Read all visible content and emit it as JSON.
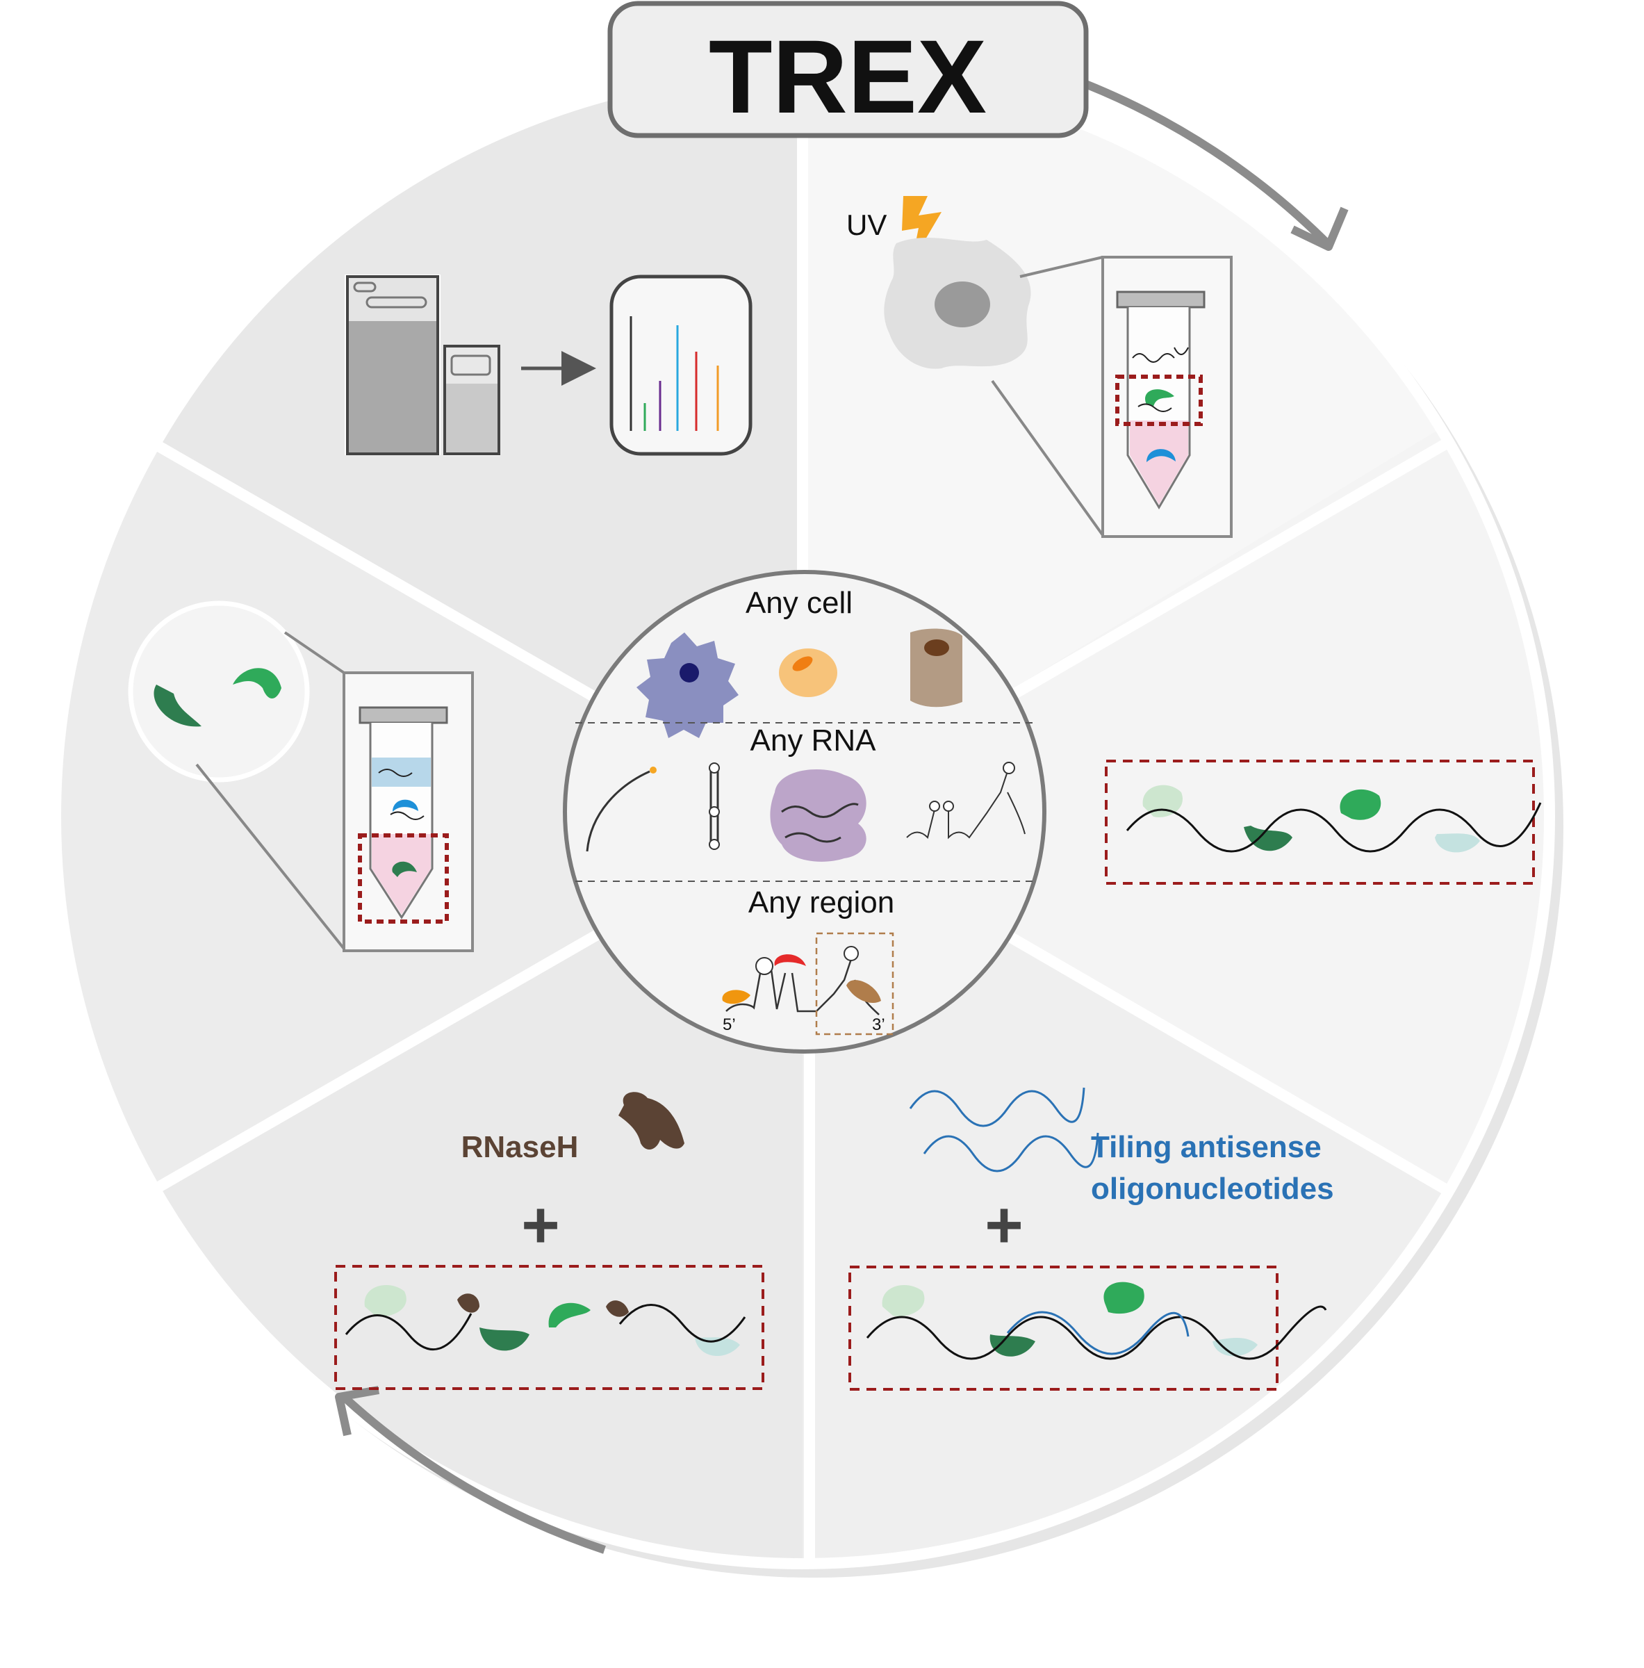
{
  "title": "TREX",
  "colors": {
    "accent_blue": "#2a72b5",
    "rnaseh_brown": "#5b4334",
    "dashed_red": "#9b1c1c",
    "protein_dark_green": "#2e7d4f",
    "protein_green": "#2faa5a",
    "protein_light_green": "#cde6cf",
    "protein_light_teal": "#c4e2e0",
    "protein_blue": "#1e90d8",
    "uv_bolt": "#f5a623"
  },
  "steps": {
    "uv": {
      "label": "UV",
      "icon": "lightning-icon"
    },
    "rnaseh": {
      "label": "RNaseH",
      "plus": "+"
    },
    "aso": {
      "label_line1": "Tiling antisense",
      "label_line2": "oligonucleotides",
      "plus": "+"
    }
  },
  "center": {
    "cell_heading": "Any cell",
    "rna_heading": "Any RNA",
    "region_heading": "Any region",
    "five_prime": "5’",
    "three_prime": "3’"
  },
  "icons": [
    "mass-spectrometer-icon",
    "spectrum-icon",
    "tube-icon",
    "cell-icon",
    "lightning-icon"
  ]
}
